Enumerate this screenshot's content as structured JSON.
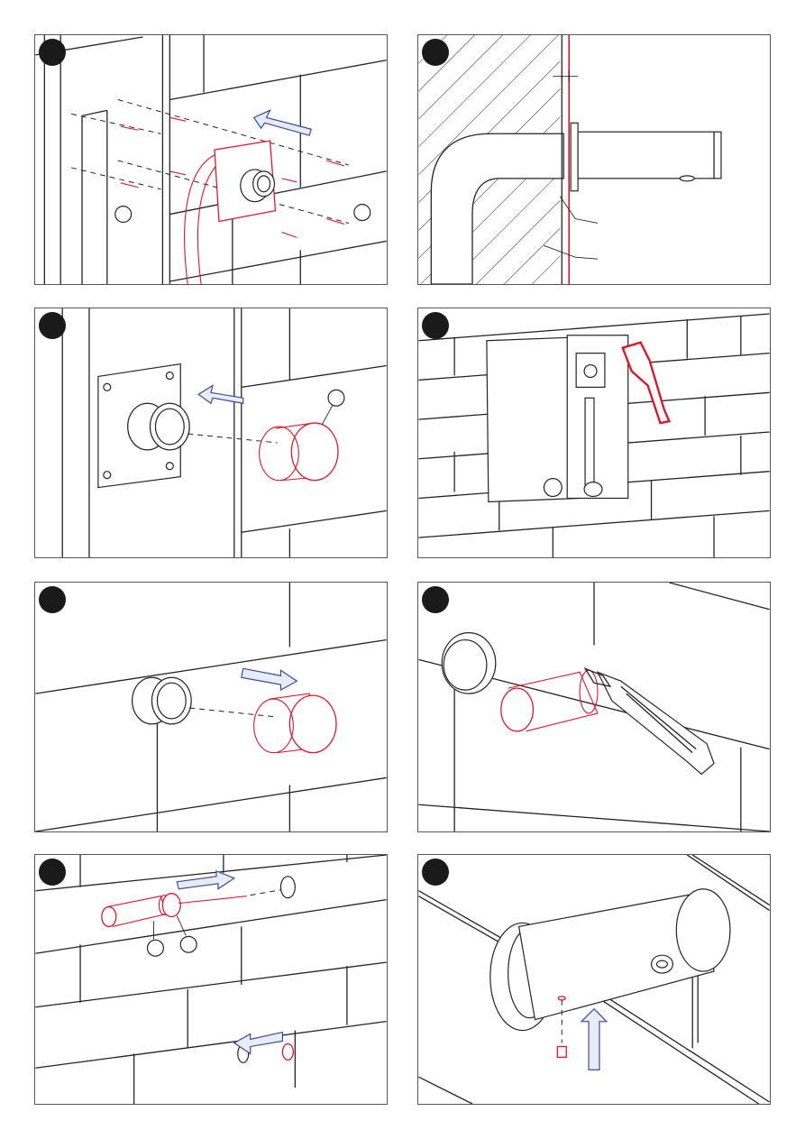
{
  "colors": {
    "outline": "#222222",
    "highlight": "#d8192c",
    "arrow": "#3b4b9a",
    "step_marker": "#1a1a1a"
  },
  "icons": {
    "step_marker": "filled-circle",
    "direction": "outline-arrow",
    "callout": "empty-circle"
  },
  "panels": [
    {
      "id": "step-1",
      "content": "wall-plate-screws-and-dowels"
    },
    {
      "id": "step-2",
      "content": "wall-cross-section-with-pipe"
    },
    {
      "id": "step-3",
      "content": "plate-with-protective-cap"
    },
    {
      "id": "step-4",
      "content": "tiled-wall-with-installation-box"
    },
    {
      "id": "step-5",
      "content": "cap-removal-after-tiling"
    },
    {
      "id": "step-6",
      "content": "cutting-sleeve-with-knife"
    },
    {
      "id": "step-7",
      "content": "inserting-sleeve-and-ring"
    },
    {
      "id": "step-8",
      "content": "spout-fixing-screw"
    }
  ]
}
